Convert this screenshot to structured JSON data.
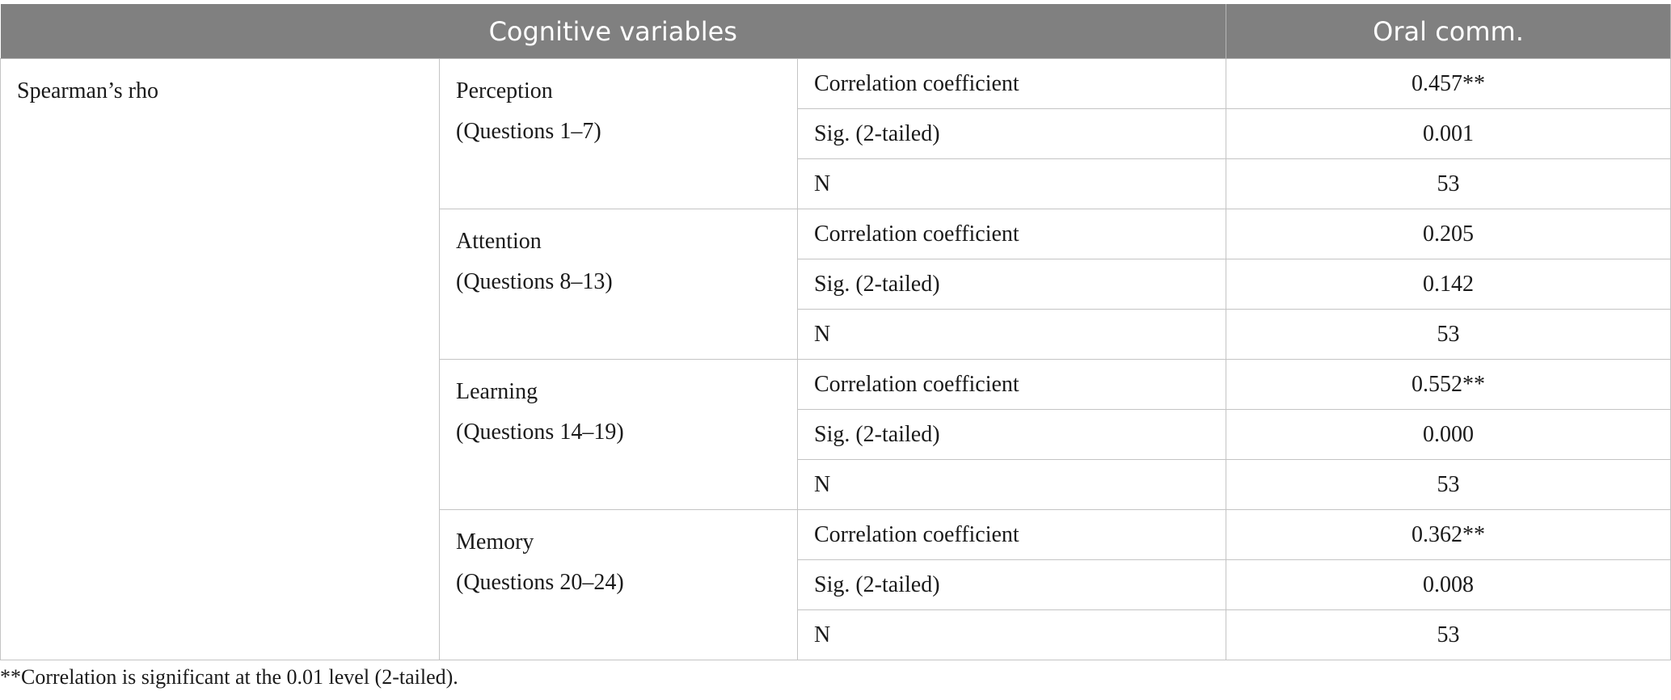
{
  "header": {
    "left": "Cognitive variables",
    "right": "Oral comm."
  },
  "test_label": "Spearman’s rho",
  "groups": [
    {
      "name": "Perception",
      "questions": "(Questions 1–7)",
      "rows": [
        {
          "stat": "Correlation coefficient",
          "value": "0.457**"
        },
        {
          "stat": "Sig. (2-tailed)",
          "value": "0.001"
        },
        {
          "stat": "N",
          "value": "53"
        }
      ]
    },
    {
      "name": "Attention",
      "questions": "(Questions 8–13)",
      "rows": [
        {
          "stat": "Correlation coefficient",
          "value": "0.205"
        },
        {
          "stat": "Sig. (2-tailed)",
          "value": "0.142"
        },
        {
          "stat": "N",
          "value": "53"
        }
      ]
    },
    {
      "name": "Learning",
      "questions": "(Questions 14–19)",
      "rows": [
        {
          "stat": "Correlation coefficient",
          "value": "0.552**"
        },
        {
          "stat": "Sig. (2-tailed)",
          "value": "0.000"
        },
        {
          "stat": "N",
          "value": "53"
        }
      ]
    },
    {
      "name": "Memory",
      "questions": "(Questions 20–24)",
      "rows": [
        {
          "stat": "Correlation coefficient",
          "value": "0.362**"
        },
        {
          "stat": "Sig. (2-tailed)",
          "value": "0.008"
        },
        {
          "stat": "N",
          "value": "53"
        }
      ]
    }
  ],
  "footnote": "**Correlation is significant at the 0.01 level (2-tailed)."
}
